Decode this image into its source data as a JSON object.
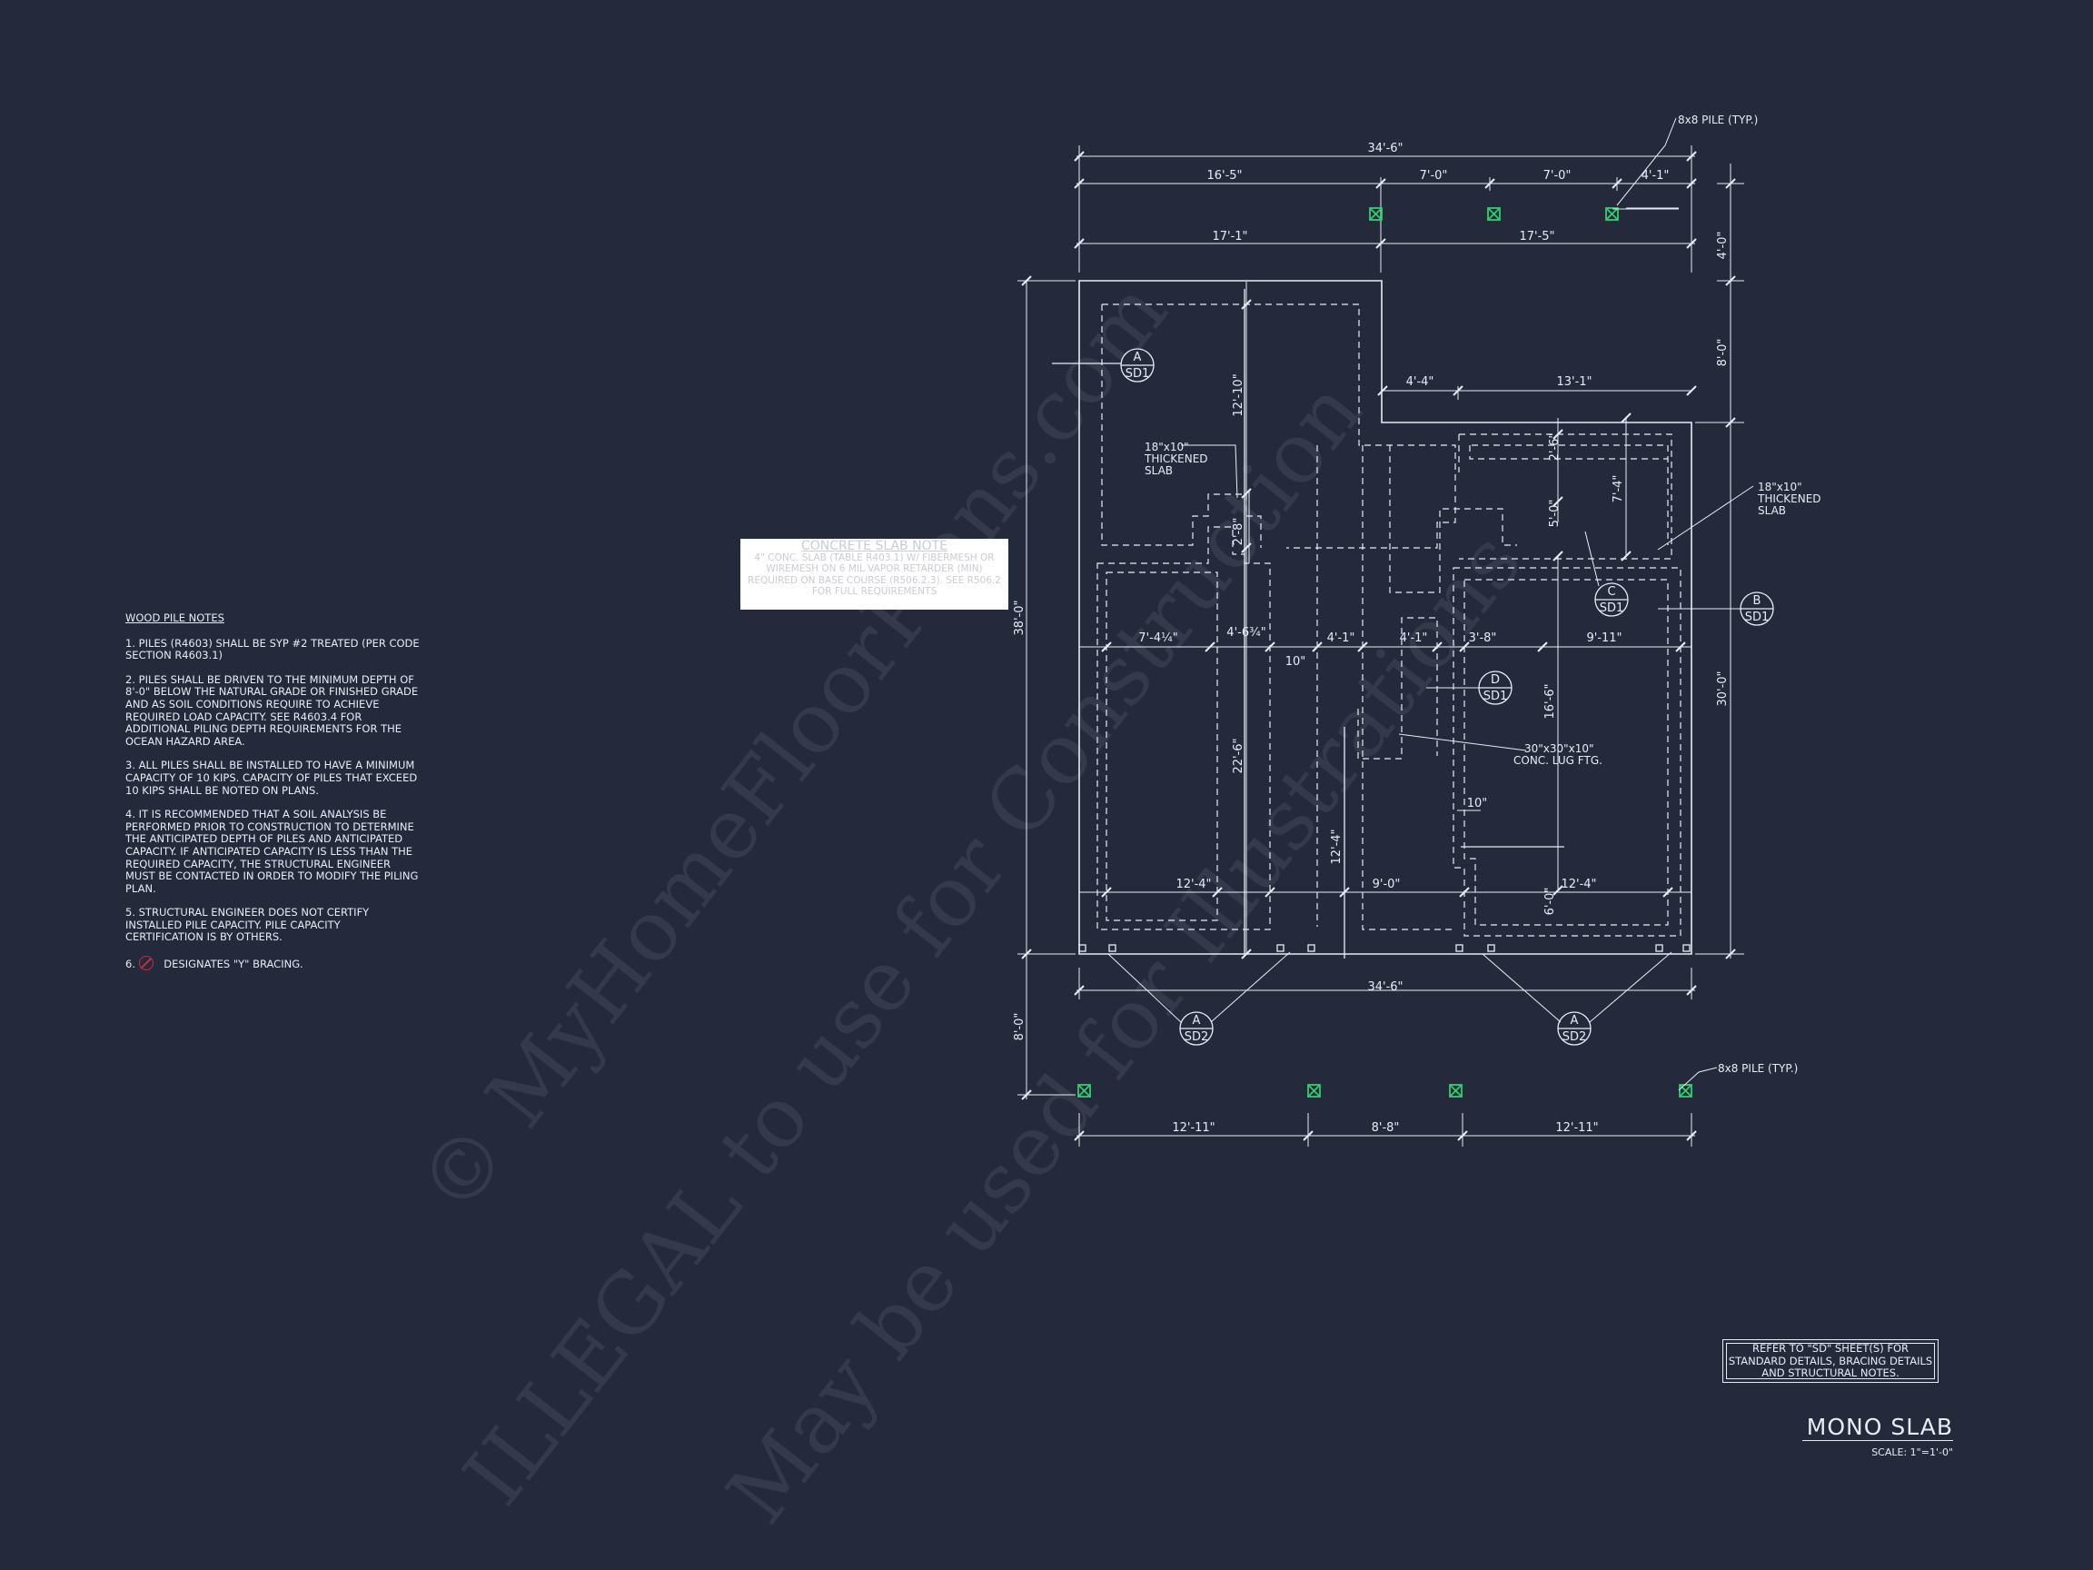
{
  "plan": {
    "title": "MONO SLAB",
    "scale": "SCALE: 1\"=1'-0\""
  },
  "wood_pile_notes": {
    "title": "WOOD PILE NOTES",
    "items": [
      "1. PILES (R4603) SHALL BE SYP #2 TREATED (PER CODE SECTION R4603.1)",
      "2. PILES SHALL BE DRIVEN TO THE MINIMUM DEPTH OF 8'-0\" BELOW THE NATURAL GRADE OR FINISHED GRADE AND AS SOIL CONDITIONS REQUIRE TO ACHIEVE REQUIRED LOAD CAPACITY. SEE R4603.4 FOR ADDITIONAL PILING DEPTH REQUIREMENTS FOR THE OCEAN HAZARD AREA.",
      "3. ALL PILES SHALL BE INSTALLED TO HAVE A MINIMUM CAPACITY OF 10 KIPS. CAPACITY OF PILES THAT EXCEED 10 KIPS SHALL BE NOTED ON PLANS.",
      "4. IT IS RECOMMENDED THAT A SOIL ANALYSIS BE PERFORMED PRIOR TO CONSTRUCTION TO DETERMINE THE ANTICIPATED DEPTH OF PILES AND ANTICIPATED CAPACITY. IF ANTICIPATED CAPACITY IS LESS THAN THE REQUIRED CAPACITY, THE STRUCTURAL ENGINEER MUST BE CONTACTED IN ORDER TO MODIFY THE PILING PLAN.",
      "5. STRUCTURAL ENGINEER DOES NOT CERTIFY INSTALLED PILE CAPACITY. PILE CAPACITY CERTIFICATION IS BY OTHERS."
    ],
    "item6_prefix": "6.",
    "item6_text": "DESIGNATES \"Y\" BRACING."
  },
  "concrete_slab_note": {
    "title": "CONCRETE SLAB NOTE",
    "text": "4\" CONC. SLAB (TABLE R403.1) W/ FIBERMESH OR WIREMESH ON 6 MIL VAPOR RETARDER (MIN) REQUIRED ON BASE COURSE (R506.2.3). SEE R506.2 FOR FULL REQUIREMENTS"
  },
  "refer_note": "REFER TO \"SD\" SHEET(S) FOR STANDARD DETAILS, BRACING DETAILS AND STRUCTURAL NOTES.",
  "callouts": {
    "pile_top": "8x8 PILE (TYP.)",
    "pile_bottom": "8x8 PILE (TYP.)",
    "thickened_left_1": "18\"x10\"",
    "thickened_left_2": "THICKENED",
    "thickened_left_3": "SLAB",
    "thickened_right_1": "18\"x10\"",
    "thickened_right_2": "THICKENED",
    "thickened_right_3": "SLAB",
    "lug_1": "30\"x30\"x10\"",
    "lug_2": "CONC. LUG FTG."
  },
  "section_tags": [
    {
      "letter": "A",
      "sheet": "SD1"
    },
    {
      "letter": "B",
      "sheet": "SD1"
    },
    {
      "letter": "C",
      "sheet": "SD1"
    },
    {
      "letter": "D",
      "sheet": "SD1"
    },
    {
      "letter": "A",
      "sheet": "SD2"
    },
    {
      "letter": "A",
      "sheet": "SD2"
    }
  ],
  "dimensions": {
    "top_overall": "34'-6\"",
    "top_seg1": "16'-5\"",
    "top_seg2": "7'-0\"",
    "top_seg3": "7'-0\"",
    "top_seg4": "4'-1\"",
    "top2_seg1": "17'-1\"",
    "top2_seg2": "17'-5\"",
    "right_top": "4'-0\"",
    "right_upper": "8'-0\"",
    "right_lower": "30'-0\"",
    "left_overall": "38'-0\"",
    "left_bottom": "8'-0\"",
    "inner_4_4": "4'-4\"",
    "inner_13_1": "13'-1\"",
    "inner_12_10": "12'-10\"",
    "inner_2_8": "2'-8\"",
    "inner_2_6": "2'-6\"",
    "inner_7_4": "7'-4\"",
    "inner_5_0": "5'-0\"",
    "row_1": "7'-4¼\"",
    "row_2": "4'-6¾\"",
    "row_3": "4'-1\"",
    "row_4": "4'-1\"",
    "row_5": "3'-8\"",
    "row_6": "9'-11\"",
    "inner_10": "10\"",
    "inner_22_6": "22'-6\"",
    "inner_16_6": "16'-6\"",
    "inner_10b": "10\"",
    "inner_12_4v": "12'-4\"",
    "bottom_row_1": "12'-4\"",
    "bottom_row_2": "9'-0\"",
    "bottom_row_3": "12'-4\"",
    "inner_6_0": "6'-0\"",
    "bottom_overall": "34'-6\"",
    "bottom_pile_1": "12'-11\"",
    "bottom_pile_2": "8'-8\"",
    "bottom_pile_3": "12'-11\""
  },
  "watermarks": [
    "© MyHomeFloorPlans.com",
    "ILLEGAL to use for Construction",
    "May be used for Illustrations"
  ],
  "colors": {
    "background": "#232a3c",
    "linework": "#e8ecf4",
    "pile_marker": "#2fd06a",
    "bracing_symbol": "#d02a3a"
  }
}
